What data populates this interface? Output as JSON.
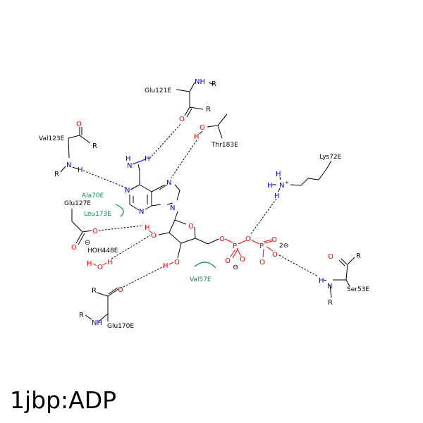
{
  "caption": "1jbp:ADP",
  "colors": {
    "carbon": "#000000",
    "oxygen": "#ff0000",
    "nitrogen": "#0000ff",
    "phosphorus": "#ff0000",
    "residue_contact": "#0a8a5a"
  },
  "residues": {
    "glu121": "Glu121E",
    "val123": "Val123E",
    "thr183": "Thr183E",
    "lys72": "Lys72E",
    "ala70": "Ala70E",
    "glu127": "Glu127E",
    "leu173": "Leu173E",
    "hoh448": "HOH448E",
    "val57": "Val57E",
    "ser53": "Ser53E",
    "glu170": "Glu170E"
  },
  "atoms": {
    "N": "N",
    "NH": "NH",
    "H": "H",
    "O": "O",
    "P": "P",
    "R": "R",
    "plus": "+",
    "minus": "⊖",
    "charge2": "2⊖"
  }
}
